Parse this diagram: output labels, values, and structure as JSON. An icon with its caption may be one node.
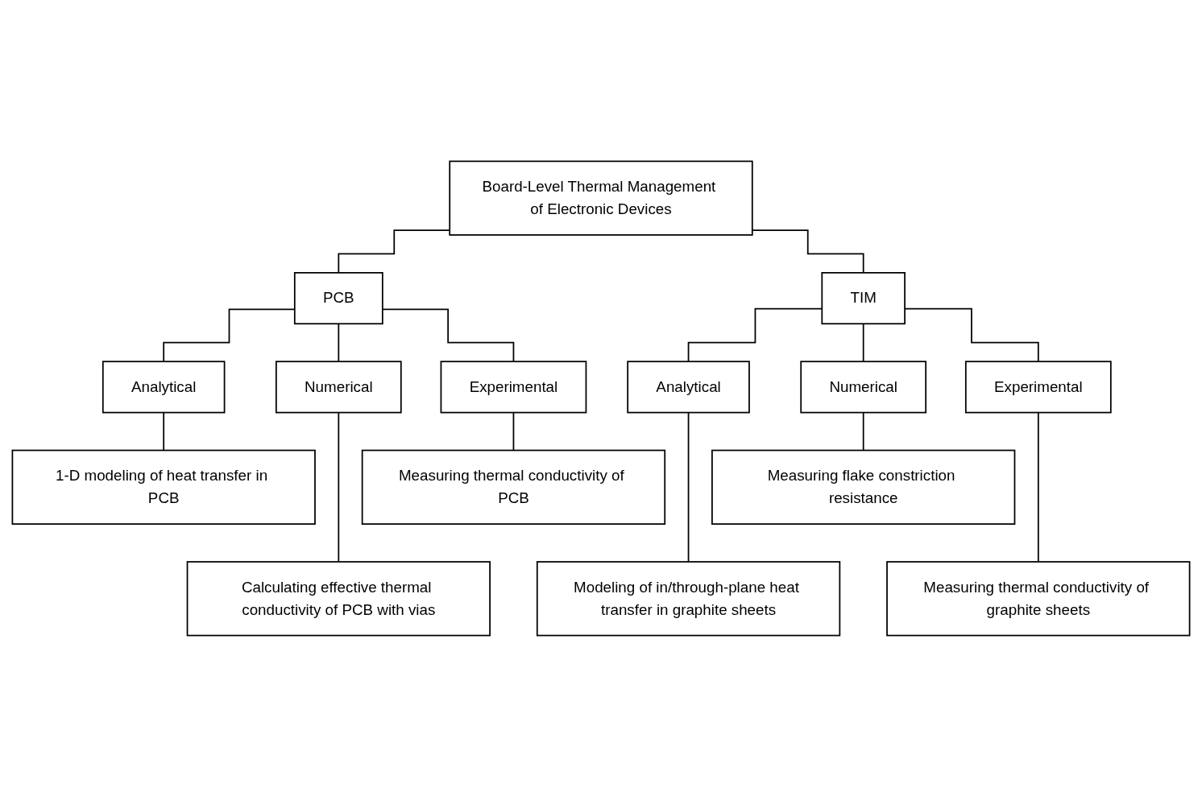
{
  "diagram": {
    "nodes": [
      {
        "text": [
          "Board-Level Thermal Management of Electronic Devices"
        ]
      },
      {
        "text": [
          "PCB"
        ]
      },
      {
        "text": [
          "TIM"
        ]
      },
      {
        "text": [
          "Analytical"
        ]
      },
      {
        "text": [
          "Numerical"
        ]
      },
      {
        "text": [
          "Experimental"
        ]
      },
      {
        "text": [
          "Analytical"
        ]
      },
      {
        "text": [
          "Numerical"
        ]
      },
      {
        "text": [
          "Experimental"
        ]
      },
      {
        "text": [
          "1-D modeling of heat transfer in PCB"
        ]
      },
      {
        "text": [
          "Measuring thermal conductivity of PCB"
        ]
      },
      {
        "text": [
          "Measuring flake constriction resistance"
        ]
      },
      {
        "text": [
          "Calculating effective thermal conductivity of PCB with vias"
        ]
      },
      {
        "text": [
          "Modeling of in/through-plane heat transfer in graphite sheets"
        ]
      },
      {
        "text": [
          "Measuring thermal conductivity of graphite sheets"
        ]
      }
    ],
    "edges": [
      {
        "from": 0,
        "to": 1,
        "arrow": "none"
      },
      {
        "from": 0,
        "to": 2,
        "arrow": "none"
      },
      {
        "from": 1,
        "to": 3,
        "arrow": "none"
      },
      {
        "from": 1,
        "to": 4,
        "arrow": "none"
      },
      {
        "from": 1,
        "to": 5,
        "arrow": "none"
      },
      {
        "from": 2,
        "to": 6,
        "arrow": "none"
      },
      {
        "from": 2,
        "to": 7,
        "arrow": "none"
      },
      {
        "from": 2,
        "to": 8,
        "arrow": "none"
      },
      {
        "from": 3,
        "to": 9,
        "arrow": "none"
      },
      {
        "from": 5,
        "to": 10,
        "arrow": "none"
      },
      {
        "from": 7,
        "to": 11,
        "arrow": "none"
      },
      {
        "from": 4,
        "to": 12,
        "arrow": "none"
      },
      {
        "from": 6,
        "to": 13,
        "arrow": "none"
      },
      {
        "from": 8,
        "to": 14,
        "arrow": "none"
      }
    ]
  }
}
